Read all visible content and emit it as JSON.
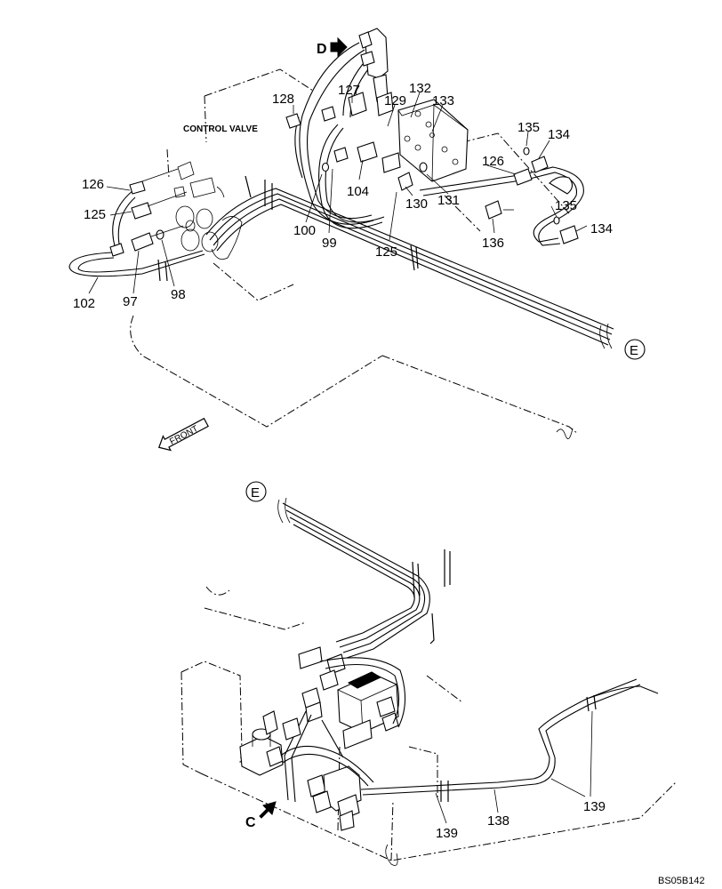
{
  "diagram": {
    "upper_view": {
      "label_control_valve": "CONTROL VALVE",
      "view_marker_d": "D",
      "front_label": "FRONT",
      "connector_e": "E",
      "callouts": {
        "c128": "128",
        "c127": "127",
        "c129": "129",
        "c132": "132",
        "c133": "133",
        "c135a": "135",
        "c134a": "134",
        "c126a": "126",
        "c126b": "126",
        "c125a": "125",
        "c125b": "125",
        "c102": "102",
        "c97": "97",
        "c98": "98",
        "c100": "100",
        "c99": "99",
        "c104": "104",
        "c130": "130",
        "c131": "131",
        "c136": "136",
        "c135b": "135",
        "c134b": "134"
      }
    },
    "lower_view": {
      "connector_e": "E",
      "view_marker_c": "C",
      "callouts": {
        "c139a": "139",
        "c138": "138",
        "c139b": "139"
      }
    },
    "reference_code": "BS05B142"
  }
}
